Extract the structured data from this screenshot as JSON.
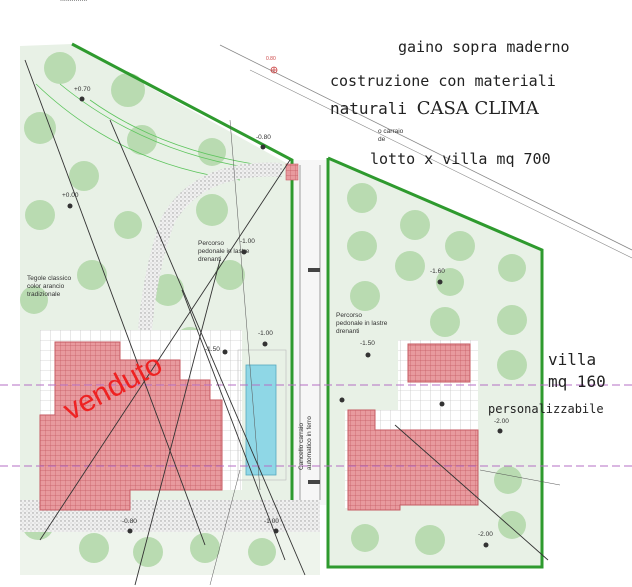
{
  "header": {
    "location": "gaino sopra maderno",
    "line2": "costruzione con materiali",
    "line3_prefix": "naturali",
    "line3_brand": "CASA CLIMA",
    "lot": "lotto x villa mq 700",
    "top_left_note": "..............",
    "top_center_code": "0.80"
  },
  "villa": {
    "title": "villa",
    "size": "mq 160",
    "note": "personalizzabile"
  },
  "stamp": "venduto",
  "labels": {
    "tegole": [
      "Tegole classico",
      "color arancio",
      "tradizionale"
    ],
    "percorso_left": [
      "Percorso",
      "pedonale in lastre",
      "drenanti"
    ],
    "percorso_right": [
      "Percorso",
      "pedonale in lastre",
      "drenanti"
    ],
    "cancello": [
      "Cancello carraio",
      "automatico in ferro"
    ],
    "carraio": [
      "o carraio",
      "de"
    ]
  },
  "elevations": [
    "+0.70",
    "+0.00",
    "-0.80",
    "-1.00",
    "-1.00",
    "-1.50",
    "-1.50",
    "-1.60",
    "-2.00",
    "-0.80",
    "-1.00",
    "-2.00"
  ],
  "colors": {
    "lawn": "#e8f1e6",
    "tree": "#b9dbb1",
    "fence": "#2e9a2e",
    "roof": "#e89a9e",
    "roof_grid": "#c55a62",
    "paving": "#dcdcdc",
    "pool": "#8fd7e6",
    "stamp": "#ee2222"
  }
}
